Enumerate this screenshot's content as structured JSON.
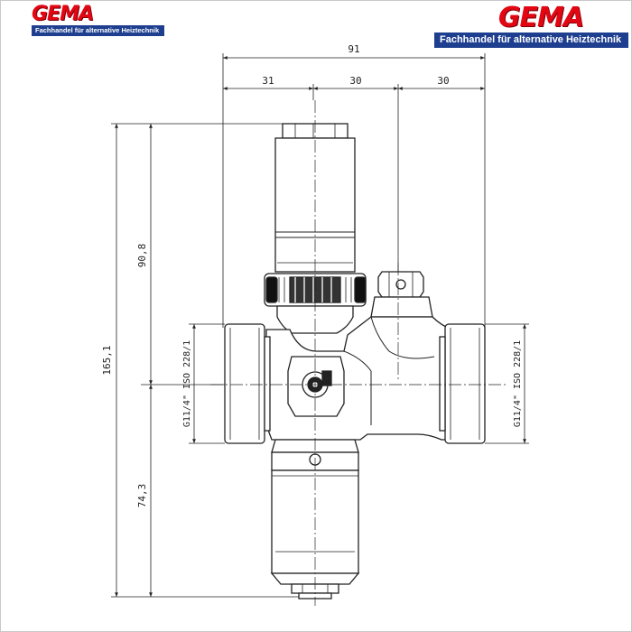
{
  "brand_left": {
    "logo": "GEMA",
    "tagline": "Fachhandel für alternative Heiztechnik"
  },
  "brand_right": {
    "logo": "GEMA",
    "tagline": "Fachhandel für alternative Heiztechnik"
  },
  "dimensions": {
    "overall_width": "91",
    "segment_1": "31",
    "segment_2": "30",
    "segment_3": "30",
    "overall_height": "165,1",
    "upper_height": "90,8",
    "lower_height": "74,3"
  },
  "thread_left": "G11/4\" ISO 228/1",
  "thread_right": "G11/4\" ISO 228/1",
  "colors": {
    "brand_red": "#e30613",
    "brand_blue": "#1e3f8f",
    "line": "#222222"
  }
}
